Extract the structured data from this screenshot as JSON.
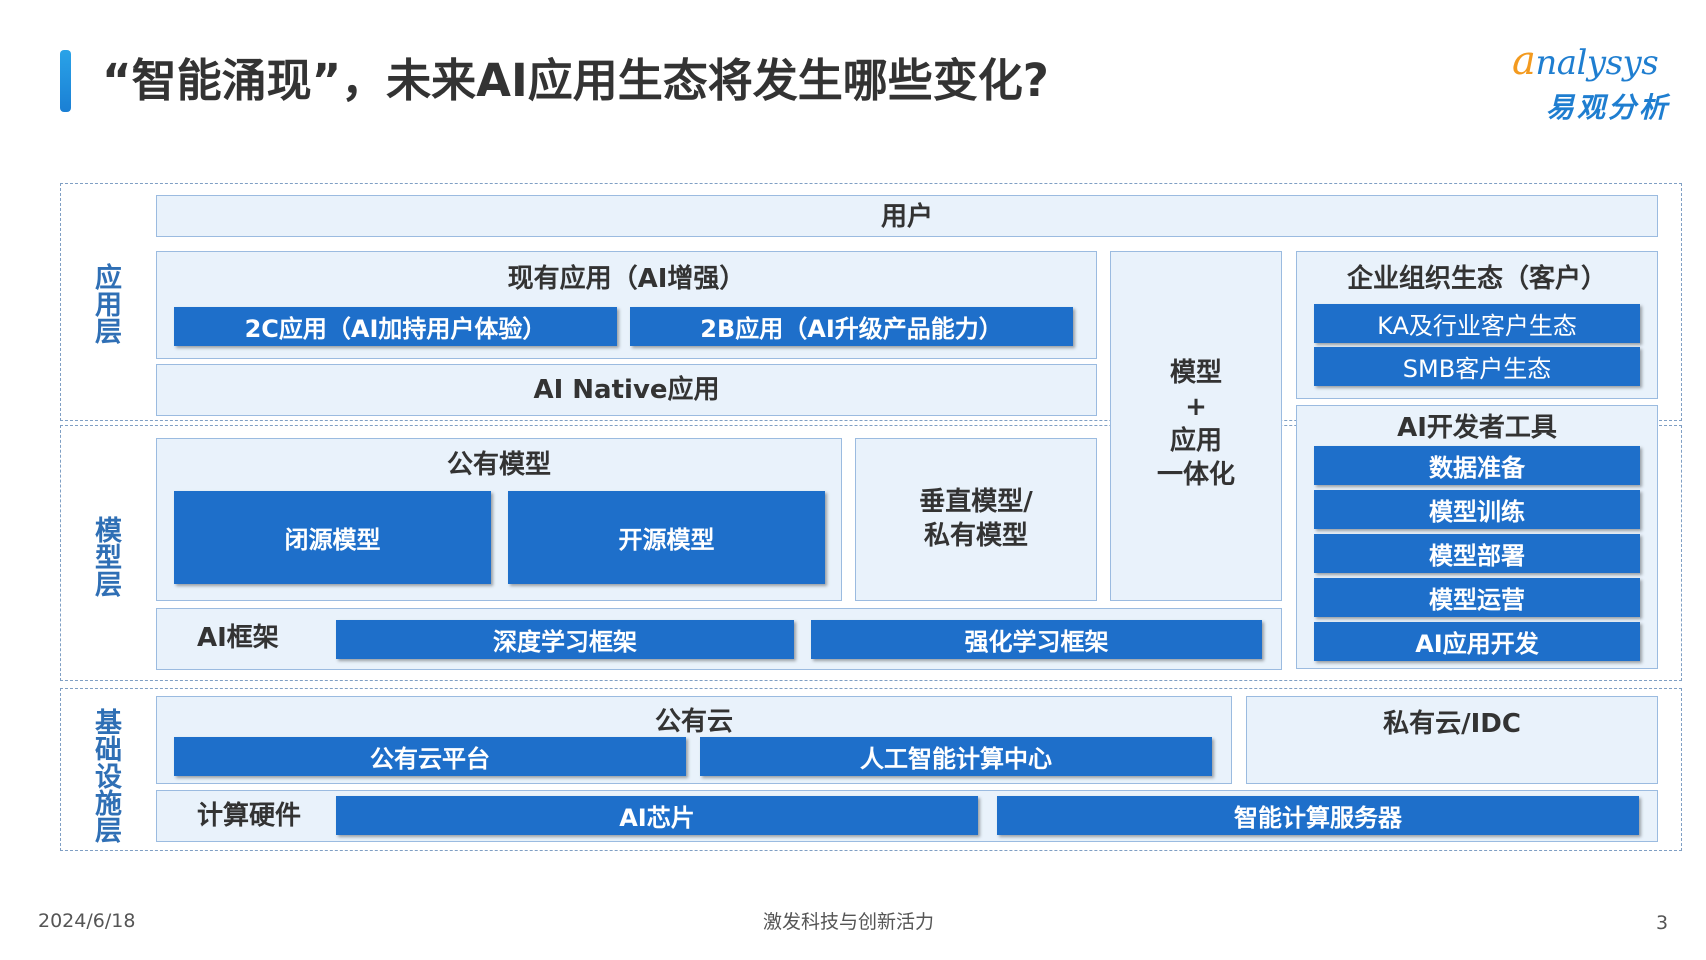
{
  "header": {
    "title": "“智能涌现”，未来AI应用生态将发生哪些变化?",
    "logo_en": "nalysys",
    "logo_en_initial": "a",
    "logo_cn": "易观分析"
  },
  "layers": {
    "application": "应用层",
    "model": "模型层",
    "infrastructure": "基础设施层"
  },
  "app_layer": {
    "user": "用户",
    "existing_apps": {
      "title": "现有应用（AI增强）",
      "items": [
        "2C应用（AI加持用户体验）",
        "2B应用（AI升级产品能力）"
      ]
    },
    "ai_native": "AI Native应用"
  },
  "integration": {
    "line1": "模型",
    "line2": "+",
    "line3": "应用",
    "line4": "一体化"
  },
  "enterprise": {
    "title": "企业组织生态（客户）",
    "items": [
      "KA及行业客户生态",
      "SMB客户生态"
    ]
  },
  "dev_tools": {
    "title": "AI开发者工具",
    "items": [
      "数据准备",
      "模型训练",
      "模型部署",
      "模型运营",
      "AI应用开发"
    ]
  },
  "model_layer": {
    "public_models": {
      "title": "公有模型",
      "items": [
        "闭源模型",
        "开源模型"
      ]
    },
    "vertical": {
      "line1": "垂直模型/",
      "line2": "私有模型"
    },
    "framework": {
      "label": "AI框架",
      "items": [
        "深度学习框架",
        "强化学习框架"
      ]
    }
  },
  "infra_layer": {
    "public_cloud": {
      "title": "公有云",
      "items": [
        "公有云平台",
        "人工智能计算中心"
      ]
    },
    "private_cloud": "私有云/IDC",
    "hardware": {
      "label": "计算硬件",
      "items": [
        "AI芯片",
        "智能计算服务器"
      ]
    }
  },
  "footer": {
    "date": "2024/6/18",
    "slogan": "激发科技与创新活力",
    "page": "3"
  },
  "colors": {
    "accent_blue": "#1e6fca",
    "panel_fill": "#e9f2fb",
    "layer_label": "#2f6fb5",
    "logo_orange": "#f39a1f"
  }
}
